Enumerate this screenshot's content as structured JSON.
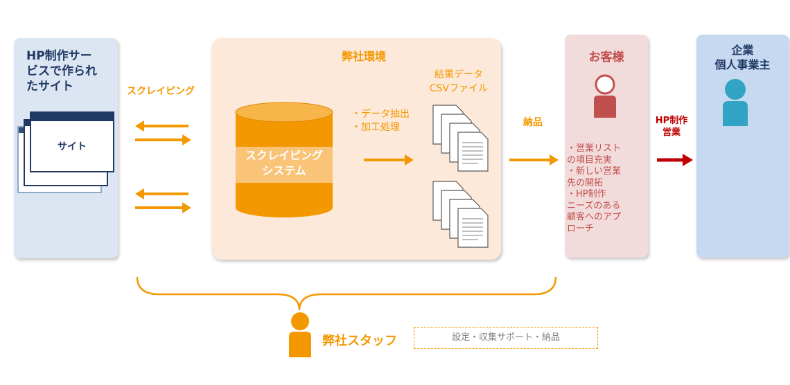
{
  "hp_site": {
    "title_lines": [
      "HP制作サー",
      "ビスで作られ",
      "たサイト"
    ],
    "window_label": "サイト"
  },
  "scraping_label": "スクレイピング",
  "company_env": {
    "title": "弊社環境",
    "db_label_lines": [
      "スクレイピング",
      "システム"
    ],
    "process_lines": [
      "・データ抽出",
      "・加工処理"
    ],
    "result_lines": [
      "結果データ",
      "CSVファイル"
    ]
  },
  "delivery_label": "納品",
  "customer": {
    "title": "お客様",
    "benefits_lines": [
      "・営業リスト",
      "の項目充実",
      "・新しい営業",
      "先の開拓",
      "・HP制作",
      "ニーズのある",
      "顧客へのアプ",
      "ローチ"
    ]
  },
  "sales_label_lines": [
    "HP制作",
    "営業"
  ],
  "business": {
    "title_lines": [
      "企業",
      "個人事業主"
    ]
  },
  "staff": {
    "title": "弊社スタッフ",
    "role": "設定・収集サポート・納品"
  },
  "colors": {
    "orange": "#f39800",
    "navy": "#1f3864",
    "red": "#c00000",
    "hp_bg": "#dce6f2",
    "env_bg": "#fde9d9",
    "customer_bg": "#f2dcdb",
    "business_bg": "#c6d9f1"
  }
}
